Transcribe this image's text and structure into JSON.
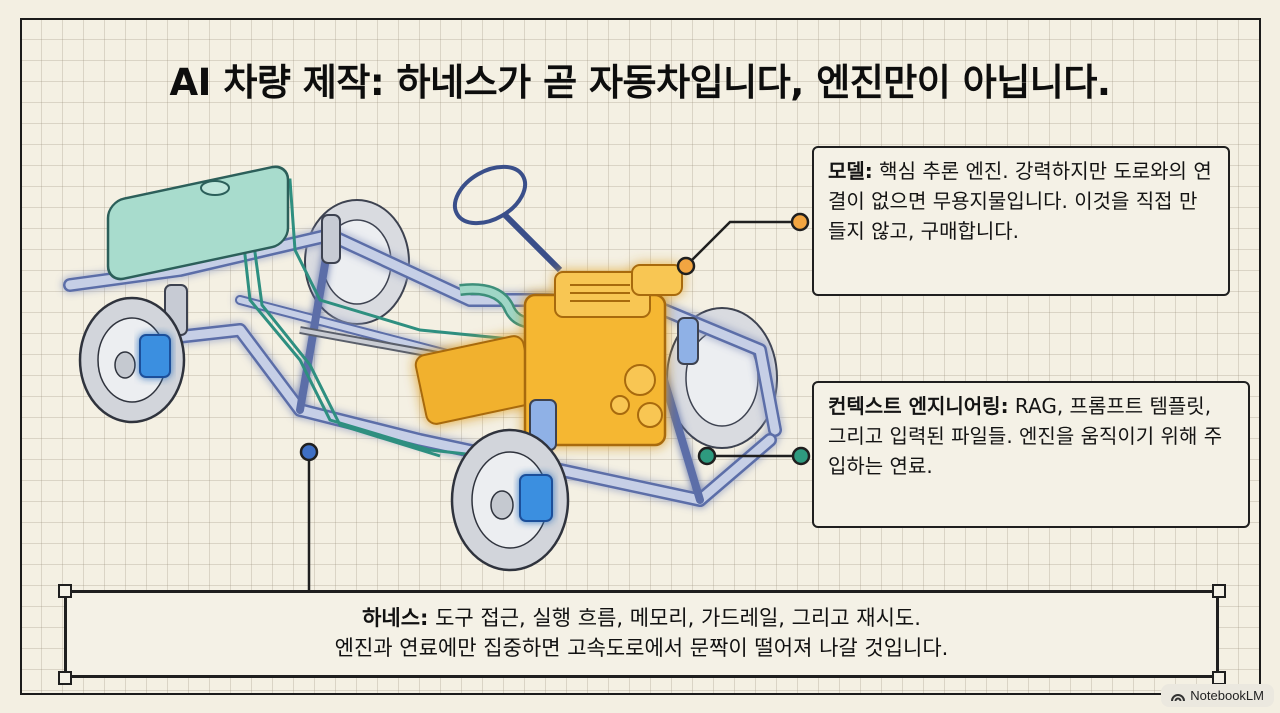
{
  "title": "AI 차량 제작: 하네스가 곧 자동차입니다, 엔진만이 아닙니다.",
  "callouts": {
    "model": {
      "label": "모델:",
      "text": " 핵심 추론 엔진. 강력하지만 도로와의 연결이 없으면 무용지물입니다. 이것을 직접 만들지 않고, 구매합니다.",
      "dot_color": "#f2a541"
    },
    "context": {
      "label": "컨텍스트 엔지니어링:",
      "text": " RAG, 프롬프트 템플릿, 그리고 입력된 파일들. 엔진을 움직이기 위해 주입하는 연료.",
      "dot_color": "#2e9a7f"
    },
    "harness": {
      "label": "하네스:",
      "line1": " 도구 접근, 실행 흐름, 메모리, 가드레일, 그리고 재시도.",
      "line2": "엔진과 연료에만 집중하면 고속도로에서 문짝이 떨어져 나갈 것입니다.",
      "dot_color": "#3e6fc4"
    }
  },
  "illustration": {
    "subject": "car-chassis-cutaway",
    "colors": {
      "engine": "#f5b733",
      "fuel_tank": "#9fd6c6",
      "chassis": "#a9b6d6",
      "brake": "#3b8fe0",
      "tire": "#6b6f78"
    }
  },
  "watermark": {
    "label": "NotebookLM",
    "icon": "notebooklm-logo-icon"
  }
}
